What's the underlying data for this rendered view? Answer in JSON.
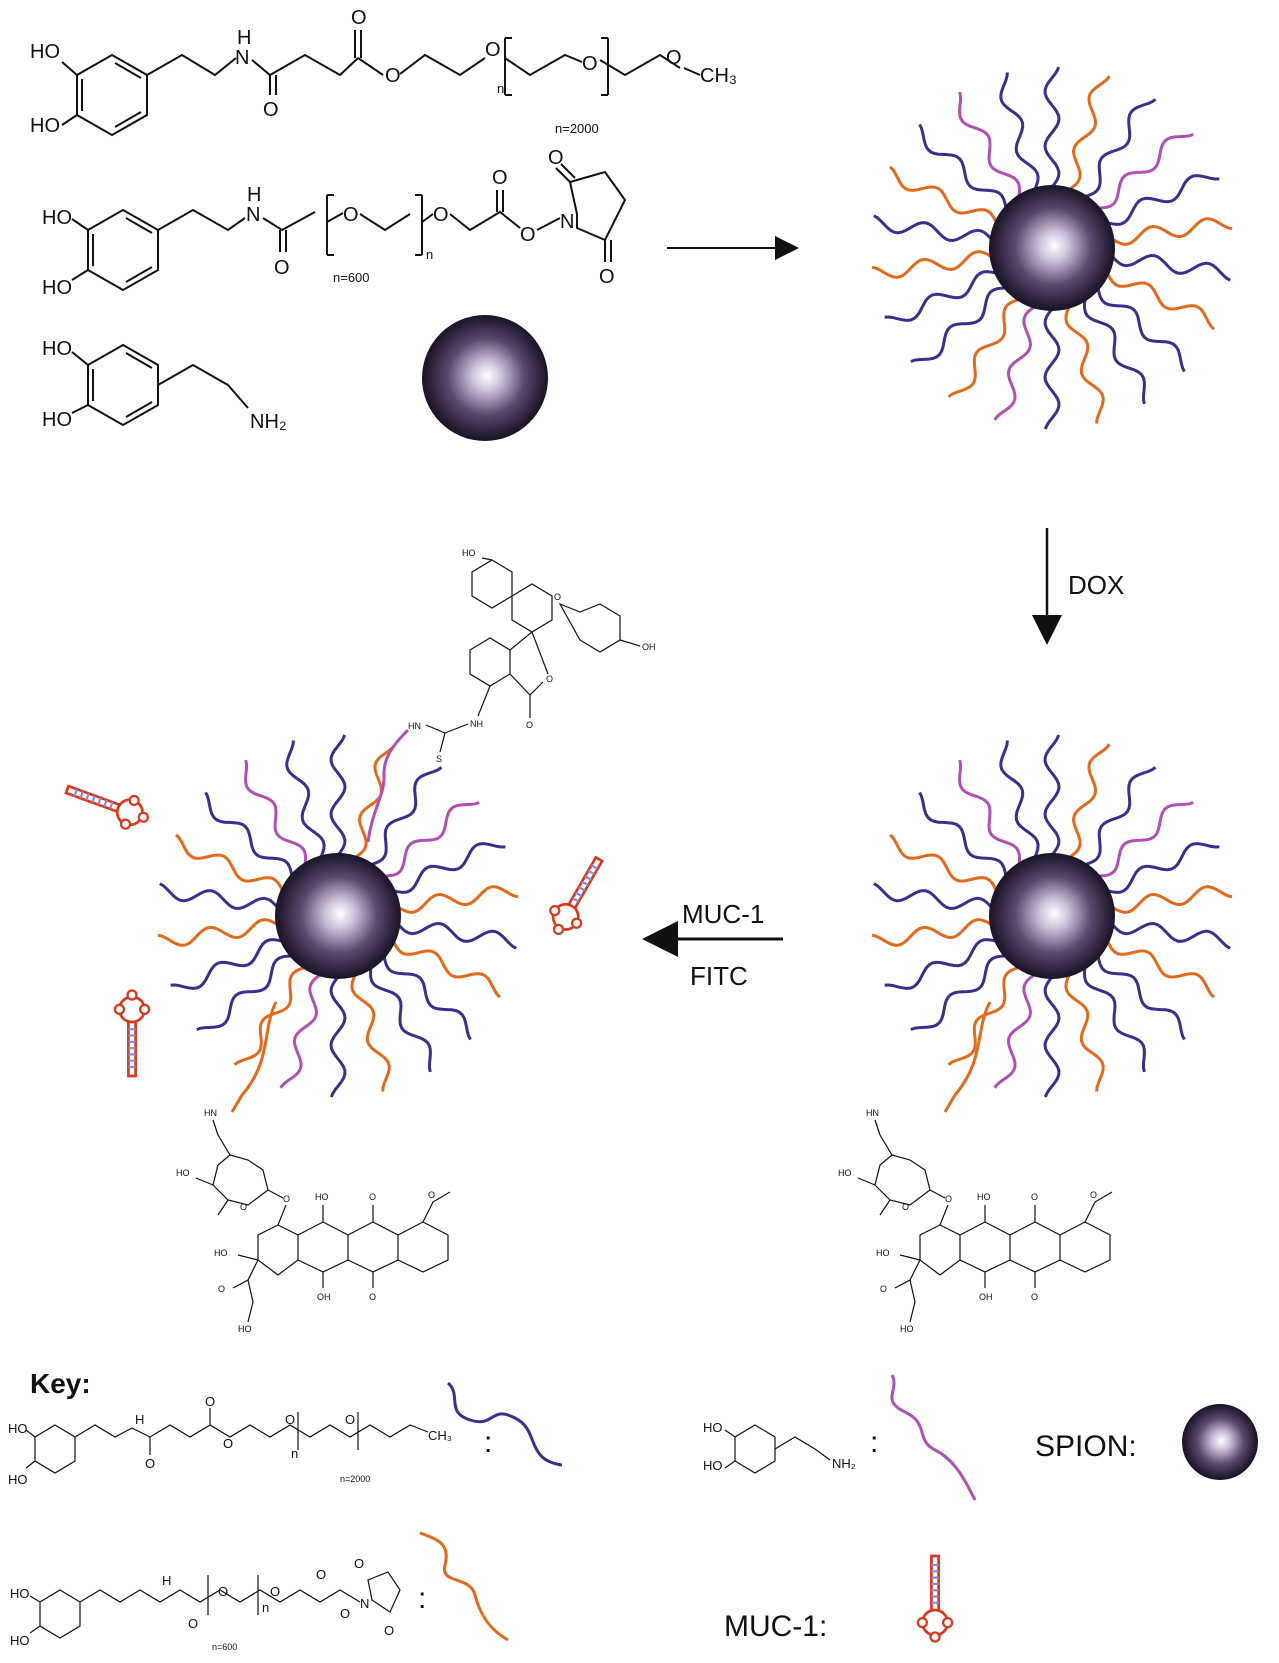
{
  "structures": {
    "mpeg": {
      "ho_top": "HO",
      "ho_bottom": "HO",
      "nh": "H",
      "n1": "N",
      "o_carbonyl1": "O",
      "o_carbonyl2": "O",
      "o_ester": "O",
      "o_chain1": "O",
      "o_chain2": "O",
      "ch3": "CH₃",
      "n_sub": "n",
      "n_value": "n=2000"
    },
    "nhs": {
      "ho_top": "HO",
      "ho_bottom": "HO",
      "nh": "H",
      "n1": "N",
      "o_amide": "O",
      "o_chain": "O",
      "o_chain2": "O",
      "o_carbonyl": "O",
      "o_link": "O",
      "n_imide": "N",
      "o_imide_top": "O",
      "o_imide_bottom": "O",
      "n_sub": "n",
      "n_value": "n=600"
    },
    "dopamine": {
      "ho_top": "HO",
      "ho_bottom": "HO",
      "nh2": "NH₂"
    },
    "fitc": {
      "ho": "HO",
      "oh": "OH",
      "o_ring": "O",
      "o_lactone": "O",
      "o_carbonyl": "O",
      "hn": "HN",
      "nh": "NH",
      "s": "S"
    },
    "dox": {
      "hn": "HN",
      "ho_sugar": "HO",
      "o_sugar": "O",
      "o_link": "O",
      "oh_top": "HO",
      "o_quinone_top": "O",
      "o_methoxy": "O",
      "ho_c9": "HO",
      "o_c13": "O",
      "oh_bottom": "OH",
      "o_quinone_bottom": "O",
      "ho_c14": "HO"
    }
  },
  "arrows": {
    "dox_label": "DOX",
    "muc1_label": "MUC-1",
    "fitc_label": "FITC"
  },
  "key": {
    "title": "Key:",
    "spion_label": "SPION:",
    "muc1_label": "MUC-1:",
    "colon": ":"
  },
  "colors": {
    "mpeg_chain": "#3a2f8f",
    "nhs_chain": "#e26a1c",
    "dopamine_chain": "#b04fb5",
    "aptamer": "#d8391c",
    "aptamer_stem": "#8a8ad8",
    "spion_center": "#ffffff",
    "spion_edge": "#14101e"
  }
}
